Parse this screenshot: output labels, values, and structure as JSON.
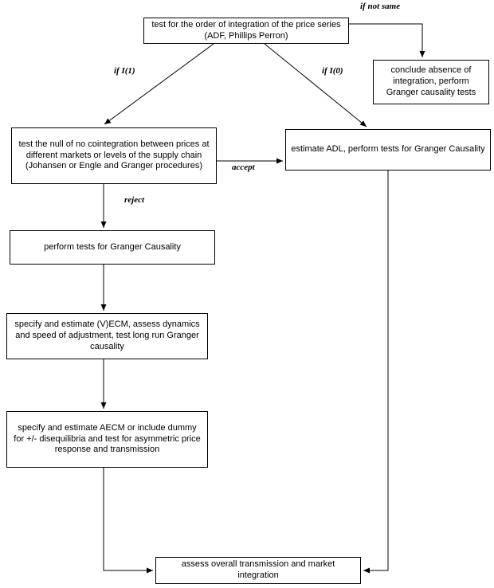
{
  "diagram": {
    "nodes": {
      "order_integration": "test for the order of integration of the price series (ADF, Phillips Perron)",
      "conclude_absence": "conclude absence of integration, perform Granger causality tests",
      "cointegration_test": "test the null of no cointegration between prices at different markets or levels of the supply chain (Johansen or Engle and Granger procedures)",
      "estimate_adl": "estimate ADL, perform tests for Granger Causality",
      "granger_causality": "perform tests for Granger Causality",
      "vecm": "specify and estimate (V)ECM, assess dynamics and speed of adjustment, test long run Granger causality",
      "aecm": "specify and estimate AECM or include dummy for +/- disequilibria and test for asymmetric price response and transmission",
      "assess_overall": "assess overall transmission and market integration"
    },
    "edge_labels": {
      "if_not_same": "if not same",
      "if_i1": "if I(1)",
      "if_i0": "if I(0)",
      "accept": "accept",
      "reject": "reject"
    },
    "colors": {
      "line": "#000000",
      "background": "#ffffff",
      "text": "#000000"
    }
  }
}
